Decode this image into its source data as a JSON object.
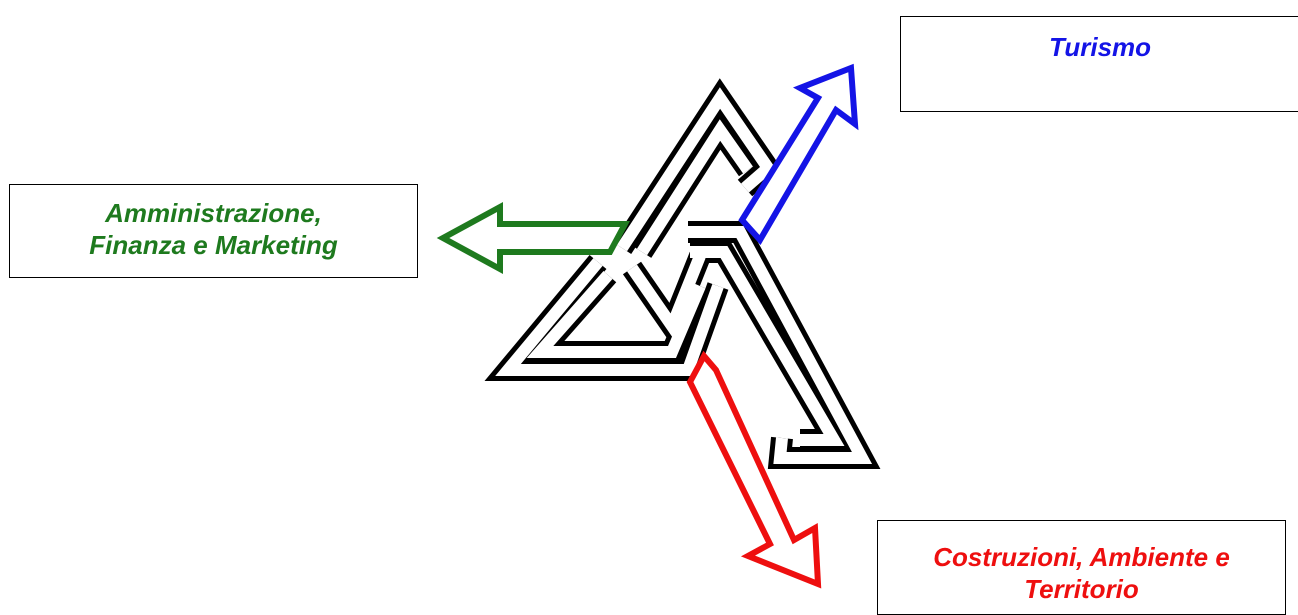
{
  "colors": {
    "turismo": "#1414e6",
    "afm": "#1e7a1e",
    "cat": "#ee0f0f",
    "logo": "#000000"
  },
  "boxes": {
    "turismo": {
      "line1": "Turismo"
    },
    "afm": {
      "line1": "Amministrazione,",
      "line2": "Finanza e Marketing"
    },
    "cat": {
      "line1": "Costruzioni, Ambiente e",
      "line2": "Territorio"
    }
  }
}
